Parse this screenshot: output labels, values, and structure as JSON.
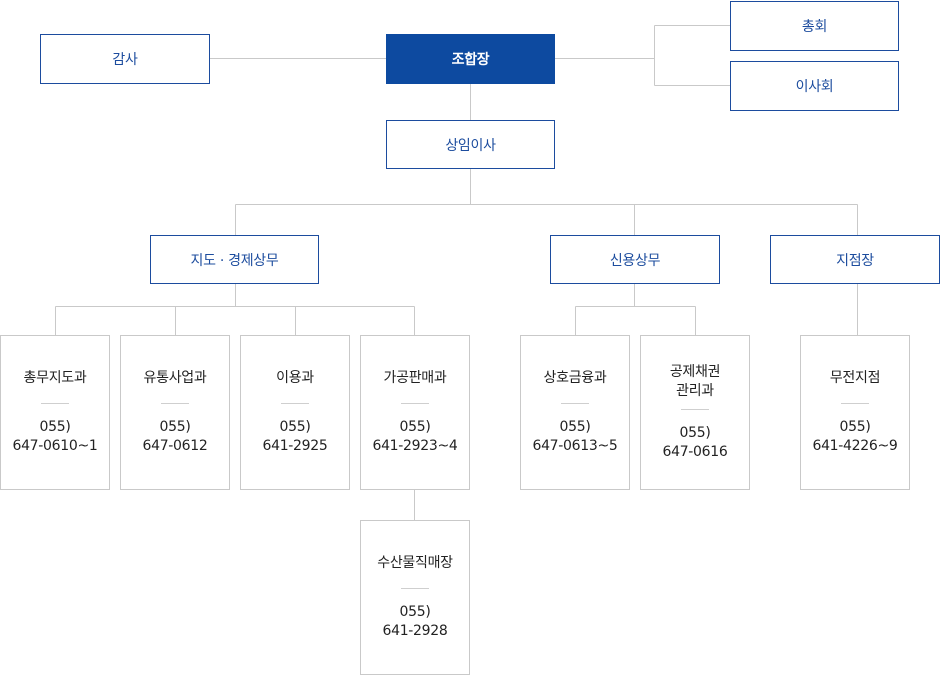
{
  "top": {
    "audit": "감사",
    "chairman": "조합장",
    "general_assembly": "총회",
    "board": "이사회"
  },
  "director": "상임이사",
  "divisions": {
    "guidance": "지도 · 경제상무",
    "credit": "신용상무",
    "branch": "지점장"
  },
  "departments": [
    {
      "name": "총무지도과",
      "phone": "055)\n647-0610~1"
    },
    {
      "name": "유통사업과",
      "phone": "055)\n647-0612"
    },
    {
      "name": "이용과",
      "phone": "055)\n641-2925"
    },
    {
      "name": "가공판매과",
      "phone": "055)\n641-2923~4"
    },
    {
      "name": "상호금융과",
      "phone": "055)\n647-0613~5"
    },
    {
      "name": "공제채권\n관리과",
      "phone": "055)\n647-0616"
    },
    {
      "name": "무전지점",
      "phone": "055)\n641-4226~9"
    },
    {
      "name": "수산물직매장",
      "phone": "055)\n641-2928"
    }
  ]
}
